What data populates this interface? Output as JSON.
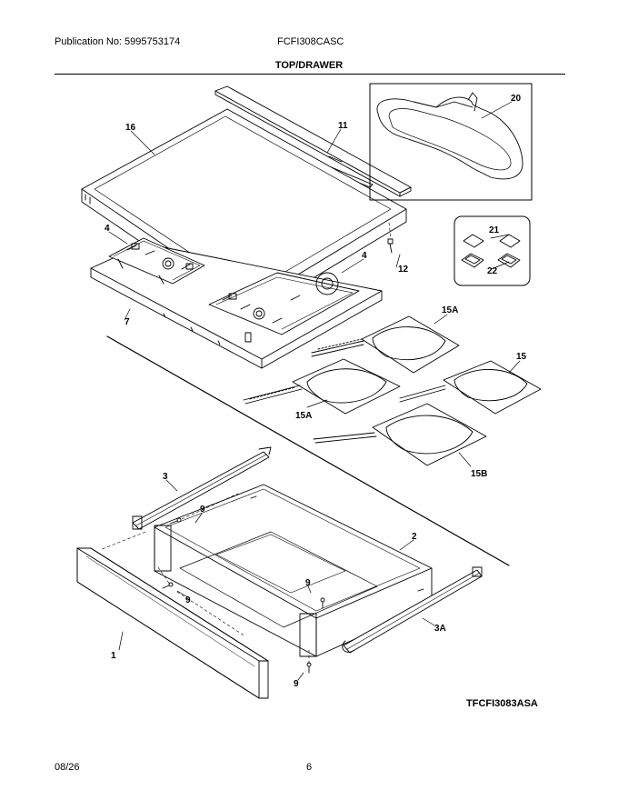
{
  "header": {
    "publication": "Publication No: 5995753174",
    "model": "FCFI308CASC",
    "section_title": "TOP/DRAWER"
  },
  "callouts": {
    "c16": "16",
    "c11": "11",
    "c20": "20",
    "c4a": "4",
    "c4b": "4",
    "c12": "12",
    "c21": "21",
    "c22": "22",
    "c7": "7",
    "c15A_top": "15A",
    "c15": "15",
    "c15A_left": "15A",
    "c15B": "15B",
    "c3": "3",
    "c9a": "9",
    "c2": "2",
    "c9b": "9",
    "c9c": "9",
    "c1": "1",
    "c3A": "3A",
    "c9d": "9"
  },
  "diagram_code": "TFCFI3083ASA",
  "footer": {
    "date": "08/26",
    "page": "6"
  }
}
